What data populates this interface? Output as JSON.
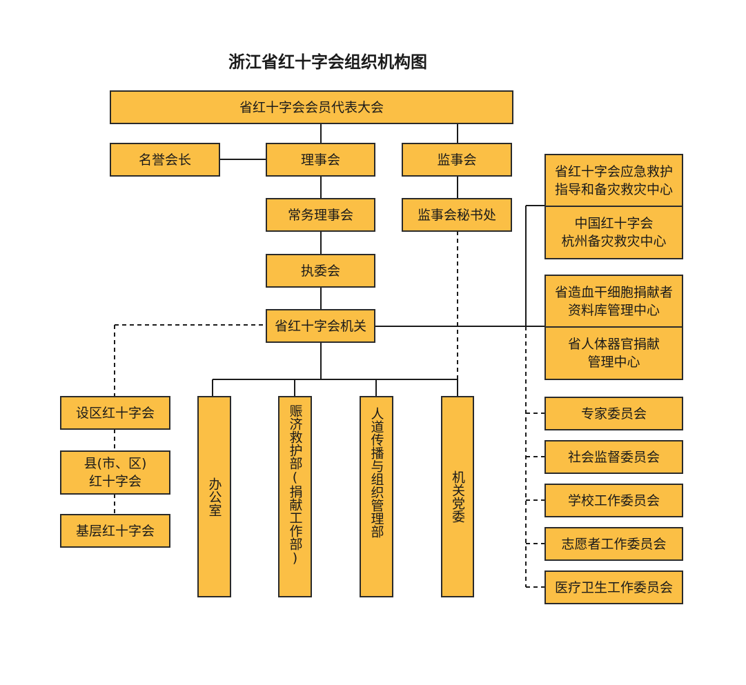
{
  "title": "浙江省红十字会组织机构图",
  "nodes": {
    "congress": "省红十字会会员代表大会",
    "honorary_president": "名誉会长",
    "council": "理事会",
    "supervisory_board": "监事会",
    "standing_council": "常务理事会",
    "supervisory_secretariat": "监事会秘书处",
    "executive_committee": "执委会",
    "provincial_office": "省红十字会机关",
    "office": "办公室",
    "relief_dept": "赈济救护部(捐献工作部)",
    "humanitarian_dept": "人道传播与组织管理部",
    "party_committee": "机关党委",
    "district_rc": "设区红十字会",
    "county_rc_line1": "县(市、区)",
    "county_rc_line2": "红十字会",
    "grassroots_rc": "基层红十字会",
    "emergency_center_line1": "省红十字会应急救护",
    "emergency_center_line2": "指导和备灾救灾中心",
    "hangzhou_center_line1": "中国红十字会",
    "hangzhou_center_line2": "杭州备灾救灾中心",
    "stemcell_center_line1": "省造血干细胞捐献者",
    "stemcell_center_line2": "资料库管理中心",
    "organ_center_line1": "省人体器官捐献",
    "organ_center_line2": "管理中心",
    "expert_committee": "专家委员会",
    "social_supervision_committee": "社会监督委员会",
    "school_committee": "学校工作委员会",
    "volunteer_committee": "志愿者工作委员会",
    "medical_committee": "医疗卫生工作委员会"
  },
  "colors": {
    "box_fill": "#fbbf45",
    "box_border": "#2a2a2a",
    "line": "#1a1a1a"
  }
}
